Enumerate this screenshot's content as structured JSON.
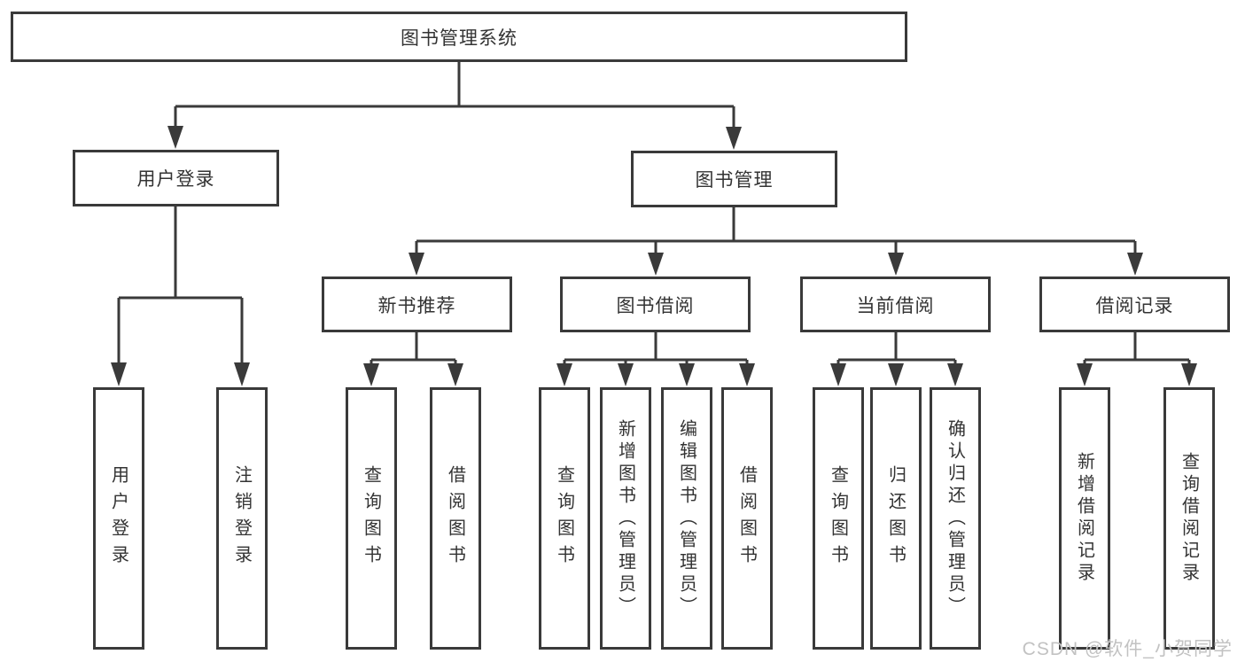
{
  "tree": {
    "root": {
      "label": "图书管理系统"
    },
    "branches": [
      {
        "label": "用户登录",
        "children": [
          {
            "label": "用户登录"
          },
          {
            "label": "注销登录"
          }
        ]
      },
      {
        "label": "图书管理",
        "children": [
          {
            "label": "新书推荐",
            "children": [
              {
                "label": "查询图书"
              },
              {
                "label": "借阅图书"
              }
            ]
          },
          {
            "label": "图书借阅",
            "children": [
              {
                "label": "查询图书"
              },
              {
                "label": "新增图书（管理员）"
              },
              {
                "label": "编辑图书（管理员）"
              },
              {
                "label": "借阅图书"
              }
            ]
          },
          {
            "label": "当前借阅",
            "children": [
              {
                "label": "查询图书"
              },
              {
                "label": "归还图书"
              },
              {
                "label": "确认归还（管理员）"
              }
            ]
          },
          {
            "label": "借阅记录",
            "children": [
              {
                "label": "新增借阅记录"
              },
              {
                "label": "查询借阅记录"
              }
            ]
          }
        ]
      }
    ]
  },
  "watermark": {
    "text": "CSDN @软件_小贺同学"
  },
  "colors": {
    "line": "#3a3a3a",
    "text": "#333333",
    "watermark": "#c2c2c2",
    "background": "#ffffff"
  }
}
